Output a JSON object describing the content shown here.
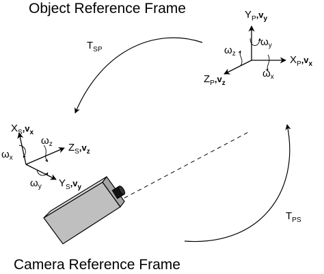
{
  "titles": {
    "object_frame": "Object Reference Frame",
    "camera_frame": "Camera Reference Frame"
  },
  "transforms": {
    "t_sp": {
      "main": "T",
      "sub": "SP"
    },
    "t_ps": {
      "main": "T",
      "sub": "PS"
    }
  },
  "object_axes": {
    "y": {
      "main": "Y",
      "sub": "P",
      "vel": ",v",
      "vel_sub": "y"
    },
    "x": {
      "main": "X",
      "sub": "P",
      "vel": ",v",
      "vel_sub": "x"
    },
    "z": {
      "main": "Z",
      "sub": "P",
      "vel": ",v",
      "vel_sub": "z"
    },
    "omega_y": {
      "main": "ω",
      "sub": "y"
    },
    "omega_z": {
      "main": "ω",
      "sub": "z"
    },
    "omega_x": {
      "main": "ω",
      "sub": "x"
    }
  },
  "camera_axes": {
    "x": {
      "main": "X",
      "sub": "S",
      "vel": ",v",
      "vel_sub": "x"
    },
    "z": {
      "main": "Z",
      "sub": "S",
      "vel": ",v",
      "vel_sub": "z"
    },
    "y": {
      "main": "Y",
      "sub": "S",
      "vel": ",v",
      "vel_sub": "y"
    },
    "omega_x": {
      "main": "ω",
      "sub": "x"
    },
    "omega_z": {
      "main": "ω",
      "sub": "z"
    },
    "omega_y": {
      "main": "ω",
      "sub": "y"
    }
  },
  "colors": {
    "ink": "#000000",
    "camera_light": "#d9d9d9",
    "camera_mid": "#bfbfbf",
    "camera_dark": "#a6a6a6",
    "lens": "#111111"
  }
}
